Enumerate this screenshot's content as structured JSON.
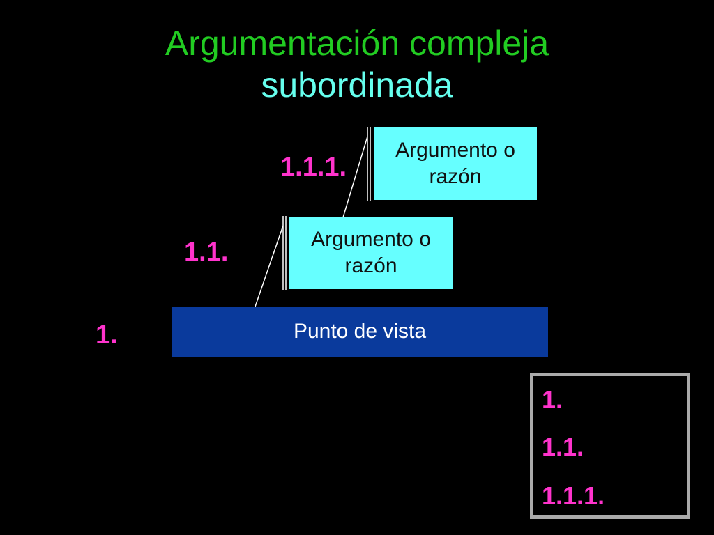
{
  "title": {
    "line1": "Argumentación compleja",
    "line2": "subordinada"
  },
  "levels": {
    "level_1_1_1": "1.1.1.",
    "level_1_1": "1.1.",
    "level_1": "1."
  },
  "boxes": {
    "argument_top": "Argumento o razón",
    "argument_mid": "Argumento o razón",
    "point_of_view": "Punto de vista"
  },
  "summary": {
    "items": [
      "1.",
      "1.1.",
      "1.1.1."
    ]
  },
  "colors": {
    "title_green": "#22cc22",
    "title_cyan": "#66ffee",
    "label_magenta": "#ff33cc",
    "argument_box": "#66ffff",
    "point_box": "#0a3a9c",
    "summary_border": "#aaaaaa"
  }
}
